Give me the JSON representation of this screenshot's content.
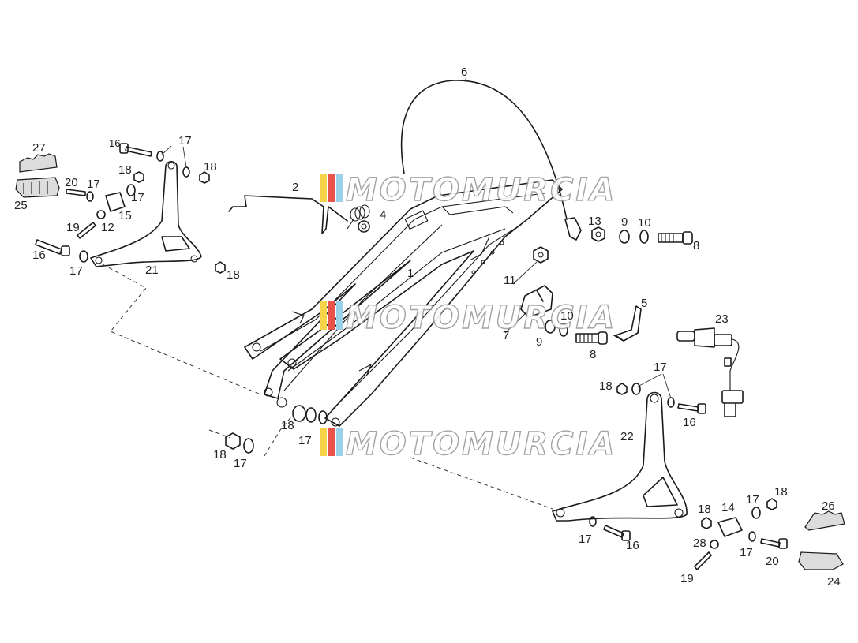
{
  "watermark": {
    "text": "MOTOMURCIA",
    "colors": [
      "#f5d547",
      "#e8534a",
      "#9ad0ea"
    ]
  },
  "callouts": [
    {
      "id": "c1",
      "text": "1"
    },
    {
      "id": "c2",
      "text": "2"
    },
    {
      "id": "c4",
      "text": "4"
    },
    {
      "id": "c5",
      "text": "5"
    },
    {
      "id": "c6",
      "text": "6"
    },
    {
      "id": "c7",
      "text": "7"
    },
    {
      "id": "c8a",
      "text": "8"
    },
    {
      "id": "c8b",
      "text": "8"
    },
    {
      "id": "c9a",
      "text": "9"
    },
    {
      "id": "c9b",
      "text": "9"
    },
    {
      "id": "c10a",
      "text": "10"
    },
    {
      "id": "c10b",
      "text": "10"
    },
    {
      "id": "c11",
      "text": "11"
    },
    {
      "id": "c12",
      "text": "12"
    },
    {
      "id": "c13",
      "text": "13"
    },
    {
      "id": "c14",
      "text": "14"
    },
    {
      "id": "c15",
      "text": "15"
    },
    {
      "id": "c16a",
      "text": "16"
    },
    {
      "id": "c16b",
      "text": "16"
    },
    {
      "id": "c16c",
      "text": "16"
    },
    {
      "id": "c16d",
      "text": "16"
    },
    {
      "id": "c17a",
      "text": "17"
    },
    {
      "id": "c17b",
      "text": "17"
    },
    {
      "id": "c17c",
      "text": "17"
    },
    {
      "id": "c17d",
      "text": "17"
    },
    {
      "id": "c17e",
      "text": "17"
    },
    {
      "id": "c17f",
      "text": "17"
    },
    {
      "id": "c17g",
      "text": "17"
    },
    {
      "id": "c17h",
      "text": "17"
    },
    {
      "id": "c17i",
      "text": "17"
    },
    {
      "id": "c17j",
      "text": "17"
    },
    {
      "id": "c17k",
      "text": "17"
    },
    {
      "id": "c18a",
      "text": "18"
    },
    {
      "id": "c18b",
      "text": "18"
    },
    {
      "id": "c18c",
      "text": "18"
    },
    {
      "id": "c18d",
      "text": "18"
    },
    {
      "id": "c18e",
      "text": "18"
    },
    {
      "id": "c18f",
      "text": "18"
    },
    {
      "id": "c18g",
      "text": "18"
    },
    {
      "id": "c18h",
      "text": "18"
    },
    {
      "id": "c19a",
      "text": "19"
    },
    {
      "id": "c19b",
      "text": "19"
    },
    {
      "id": "c20a",
      "text": "20"
    },
    {
      "id": "c20b",
      "text": "20"
    },
    {
      "id": "c21",
      "text": "21"
    },
    {
      "id": "c22",
      "text": "22"
    },
    {
      "id": "c23",
      "text": "23"
    },
    {
      "id": "c24",
      "text": "24"
    },
    {
      "id": "c25",
      "text": "25"
    },
    {
      "id": "c26",
      "text": "26"
    },
    {
      "id": "c27",
      "text": "27"
    },
    {
      "id": "c28",
      "text": "28"
    }
  ]
}
